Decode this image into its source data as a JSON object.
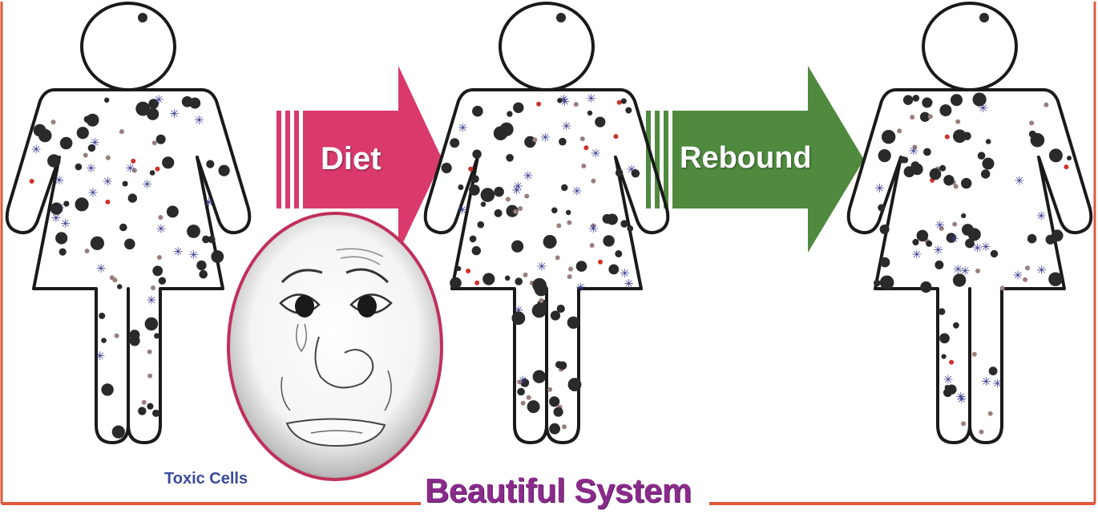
{
  "labels": {
    "diet": "Diet",
    "rebound": "Rebound",
    "legend": "Toxic Cells",
    "system": "Beautiful System"
  },
  "colors": {
    "frame": "#e0573a",
    "diet_arrow": "#d93a6b",
    "rebound_arrow": "#4f8a3f",
    "figure_outline": "#1a1a1a",
    "cell_dark": "#2a2a2a",
    "cell_grey": "#9a7f7f",
    "cell_star": "#3b3a8f",
    "cell_red": "#d0302a",
    "legend_text": "#3b4a9c",
    "system_text": "#8a2b8c"
  },
  "figures": [
    {
      "name": "figure-before",
      "cell_count": 95
    },
    {
      "name": "figure-after-diet",
      "cell_count": 120
    },
    {
      "name": "figure-after-rebound",
      "cell_count": 105
    }
  ],
  "icons": [
    "sad-face-icon",
    "toxic-cell-icon"
  ]
}
